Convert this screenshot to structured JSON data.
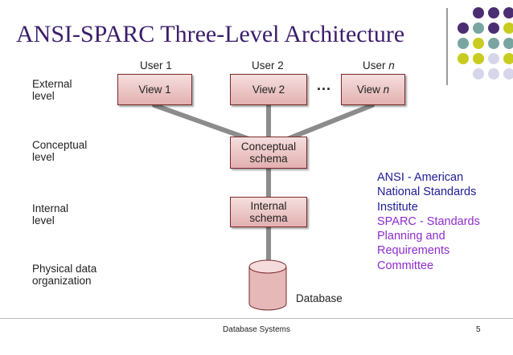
{
  "slide": {
    "title": "ANSI-SPARC Three-Level Architecture",
    "footer": "Database Systems",
    "page_number": "5"
  },
  "decoration": {
    "dot_rows": [
      [
        "#4b2d72",
        "#4b2d72",
        "#4b2d72"
      ],
      [
        "#4b2d72",
        "#79a5a1",
        "#4b2d72",
        "#c8cc20"
      ],
      [
        "#79a5a1",
        "#c8cc20",
        "#79a5a1",
        "#79a5a1"
      ],
      [
        "#c8cc20",
        "#c8cc20",
        "#d6d6ea",
        "#c8cc20"
      ],
      [
        "#d6d6ea",
        "#d6d6ea",
        "#d6d6ea"
      ]
    ]
  },
  "diagram": {
    "levels": [
      {
        "id": "external",
        "label": "External\nlevel"
      },
      {
        "id": "conceptual",
        "label": "Conceptual\nlevel"
      },
      {
        "id": "internal",
        "label": "Internal\nlevel"
      },
      {
        "id": "physical",
        "label": "Physical data\norganization"
      }
    ],
    "users": {
      "user1": "User 1",
      "user2": "User 2",
      "userN_prefix": "User ",
      "userN_var": "n"
    },
    "views": {
      "view1": "View 1",
      "view2": "View 2",
      "viewN_prefix": "View ",
      "viewN_var": "n"
    },
    "ellipsis": "...",
    "conceptual_schema": "Conceptual\nschema",
    "internal_schema": "Internal\nschema",
    "database_label": "Database"
  },
  "note": {
    "ansi_lines": [
      "ANSI - American",
      "National Standards",
      "Institute"
    ],
    "sparc_lines": [
      "SPARC - Standards",
      "Planning and",
      "Requirements",
      "Committee"
    ],
    "ansi_color": "#1f1c96",
    "sparc_color": "#8d2ccc"
  }
}
